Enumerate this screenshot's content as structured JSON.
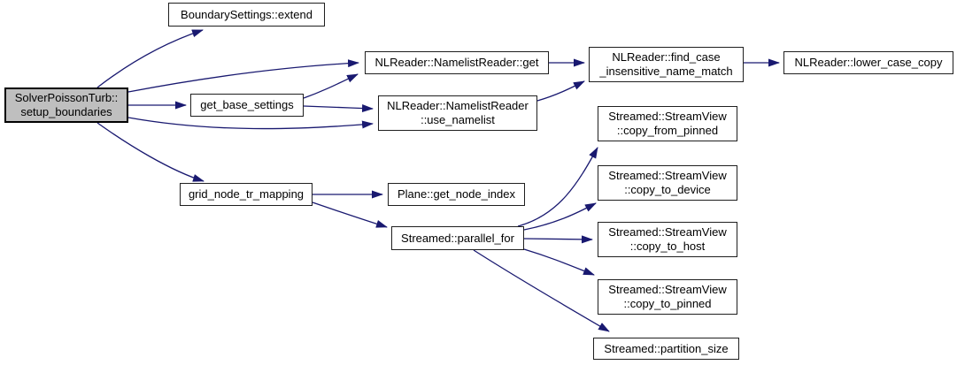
{
  "diagram": {
    "type": "call-graph",
    "colors": {
      "edge": "#191970",
      "node_fill": "#ffffff",
      "node_border": "#1f1f1f",
      "root_fill": "#bfbfbf",
      "root_border": "#000000",
      "background": "#ffffff",
      "text": "#000000"
    },
    "nodes": [
      {
        "id": "setup_boundaries",
        "lines": [
          "SolverPoissonTurb::",
          "setup_boundaries"
        ],
        "highlighted": true
      },
      {
        "id": "extend",
        "lines": [
          "BoundarySettings::extend"
        ]
      },
      {
        "id": "nl_get",
        "lines": [
          "NLReader::NamelistReader::get"
        ]
      },
      {
        "id": "get_base_settings",
        "lines": [
          "get_base_settings"
        ]
      },
      {
        "id": "use_namelist",
        "lines": [
          "NLReader::NamelistReader",
          "::use_namelist"
        ]
      },
      {
        "id": "find_case",
        "lines": [
          "NLReader::find_case",
          "_insensitive_name_match"
        ]
      },
      {
        "id": "lower_case_copy",
        "lines": [
          "NLReader::lower_case_copy"
        ]
      },
      {
        "id": "copy_from_pinned",
        "lines": [
          "Streamed::StreamView",
          "::copy_from_pinned"
        ]
      },
      {
        "id": "grid_node_tr_mapping",
        "lines": [
          "grid_node_tr_mapping"
        ]
      },
      {
        "id": "get_node_index",
        "lines": [
          "Plane::get_node_index"
        ]
      },
      {
        "id": "parallel_for",
        "lines": [
          "Streamed::parallel_for"
        ]
      },
      {
        "id": "copy_to_device",
        "lines": [
          "Streamed::StreamView",
          "::copy_to_device"
        ]
      },
      {
        "id": "copy_to_host",
        "lines": [
          "Streamed::StreamView",
          "::copy_to_host"
        ]
      },
      {
        "id": "copy_to_pinned",
        "lines": [
          "Streamed::StreamView",
          "::copy_to_pinned"
        ]
      },
      {
        "id": "partition_size",
        "lines": [
          "Streamed::partition_size"
        ]
      }
    ],
    "edges": [
      {
        "from": "setup_boundaries",
        "to": "extend"
      },
      {
        "from": "setup_boundaries",
        "to": "nl_get"
      },
      {
        "from": "setup_boundaries",
        "to": "get_base_settings"
      },
      {
        "from": "setup_boundaries",
        "to": "use_namelist"
      },
      {
        "from": "setup_boundaries",
        "to": "grid_node_tr_mapping"
      },
      {
        "from": "get_base_settings",
        "to": "nl_get"
      },
      {
        "from": "get_base_settings",
        "to": "use_namelist"
      },
      {
        "from": "nl_get",
        "to": "find_case"
      },
      {
        "from": "use_namelist",
        "to": "find_case"
      },
      {
        "from": "find_case",
        "to": "lower_case_copy"
      },
      {
        "from": "grid_node_tr_mapping",
        "to": "get_node_index"
      },
      {
        "from": "grid_node_tr_mapping",
        "to": "parallel_for"
      },
      {
        "from": "parallel_for",
        "to": "copy_from_pinned"
      },
      {
        "from": "parallel_for",
        "to": "copy_to_device"
      },
      {
        "from": "parallel_for",
        "to": "copy_to_host"
      },
      {
        "from": "parallel_for",
        "to": "copy_to_pinned"
      },
      {
        "from": "parallel_for",
        "to": "partition_size"
      }
    ]
  }
}
